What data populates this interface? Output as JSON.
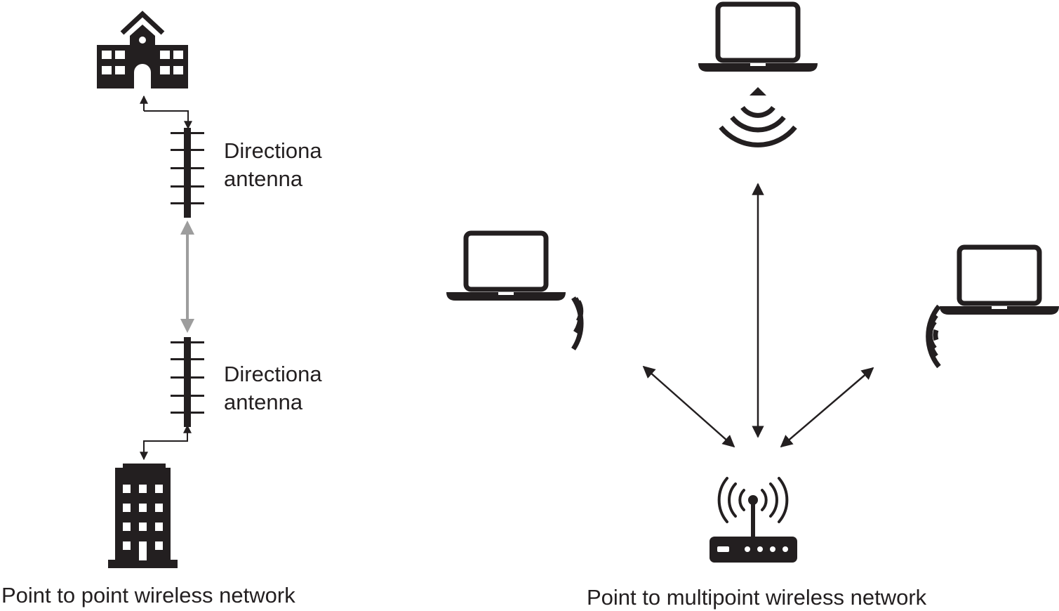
{
  "point_to_point": {
    "caption": "Point to point wireless network",
    "antenna_top_label": [
      "Directiona",
      "antenna"
    ],
    "antenna_bottom_label": [
      "Directiona",
      "antenna"
    ]
  },
  "point_to_multipoint": {
    "caption": "Point to multipoint wireless network"
  },
  "colors": {
    "ink": "#231f20",
    "link_gray": "#9d9d9d"
  },
  "icons": [
    "school-icon",
    "office-building-icon",
    "directional-antenna-icon",
    "laptop-icon",
    "wifi-signal-icon",
    "wireless-router-icon"
  ]
}
